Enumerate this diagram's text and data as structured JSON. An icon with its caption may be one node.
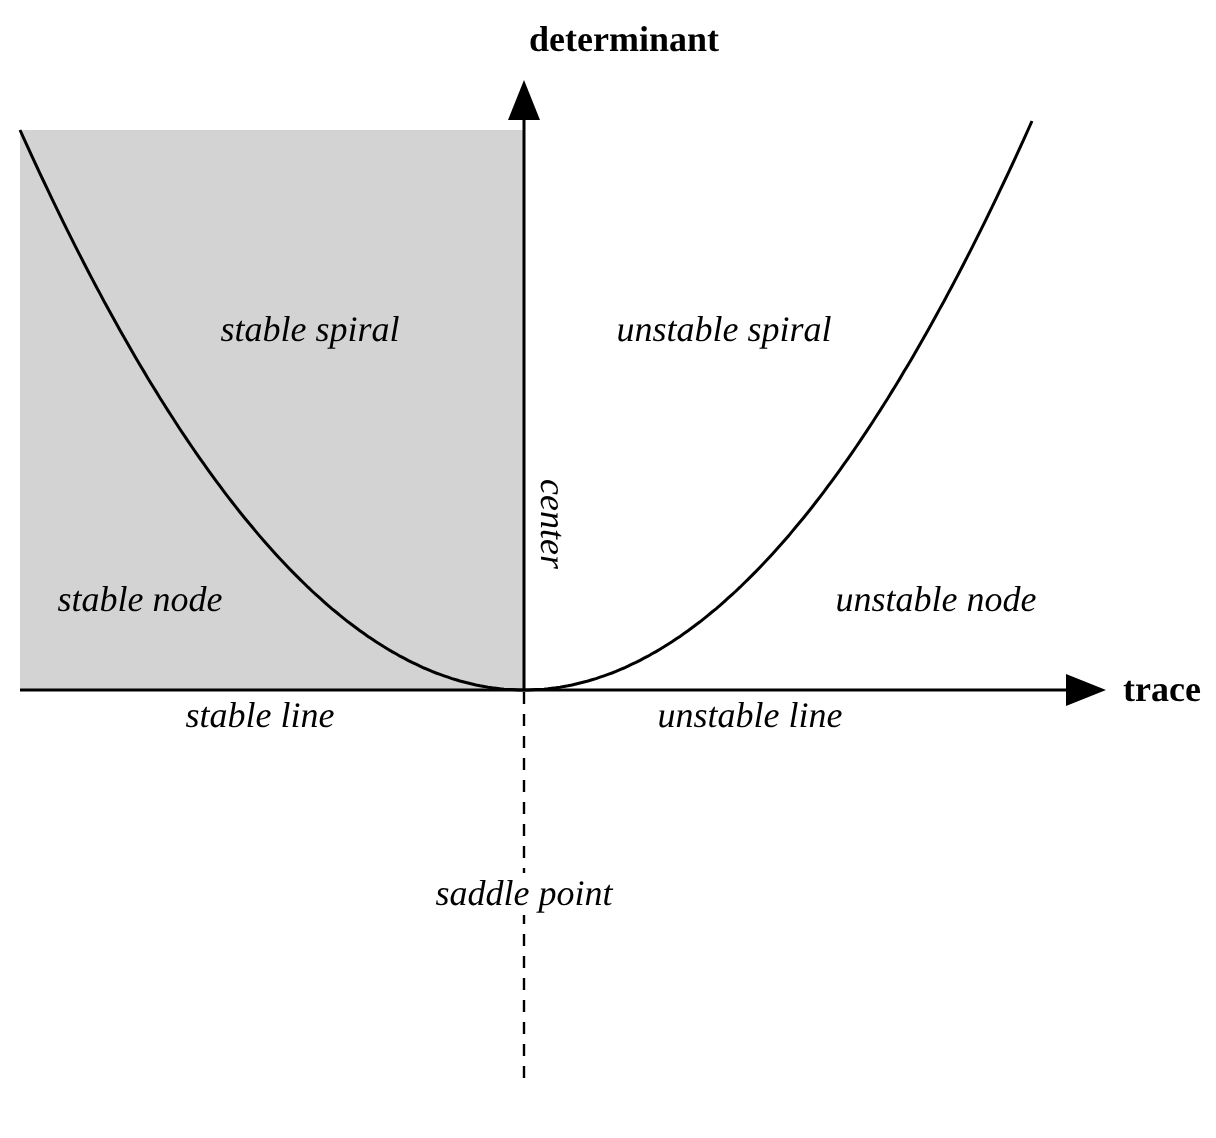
{
  "diagram": {
    "labels": [
      "determinant",
      "stable spiral",
      "unstable spiral",
      "center",
      "stable node",
      "unstable node",
      "stable line",
      "unstable line",
      "trace",
      "saddle point"
    ]
  }
}
